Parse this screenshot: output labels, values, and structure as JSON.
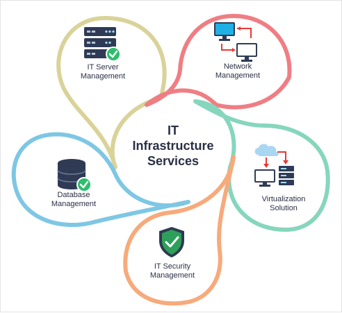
{
  "center": {
    "title": "IT\nInfrastructure\nServices"
  },
  "services": [
    {
      "label": "IT Server\nManagement",
      "color": "#d9d39a",
      "icon": "server-icon"
    },
    {
      "label": "Network\nManagement",
      "color": "#ef7e84",
      "icon": "network-icon"
    },
    {
      "label": "Virtualization\nSolution",
      "color": "#86d6bd",
      "icon": "cloud-server-icon"
    },
    {
      "label": "IT Security\nManagement",
      "color": "#f7aa7b",
      "icon": "shield-icon"
    },
    {
      "label": "Database\nManagement",
      "color": "#7ec7e4",
      "icon": "database-icon"
    }
  ],
  "colors": {
    "text": "#2a2f45",
    "icon_dark": "#2f3b55",
    "check_green": "#2dbe6c",
    "arrow_red": "#e53935",
    "monitor_blue": "#1fb1e6",
    "cloud_blue": "#a9d7f2",
    "shield_dark": "#2e3b4e",
    "shield_green": "#2e9f5b"
  }
}
